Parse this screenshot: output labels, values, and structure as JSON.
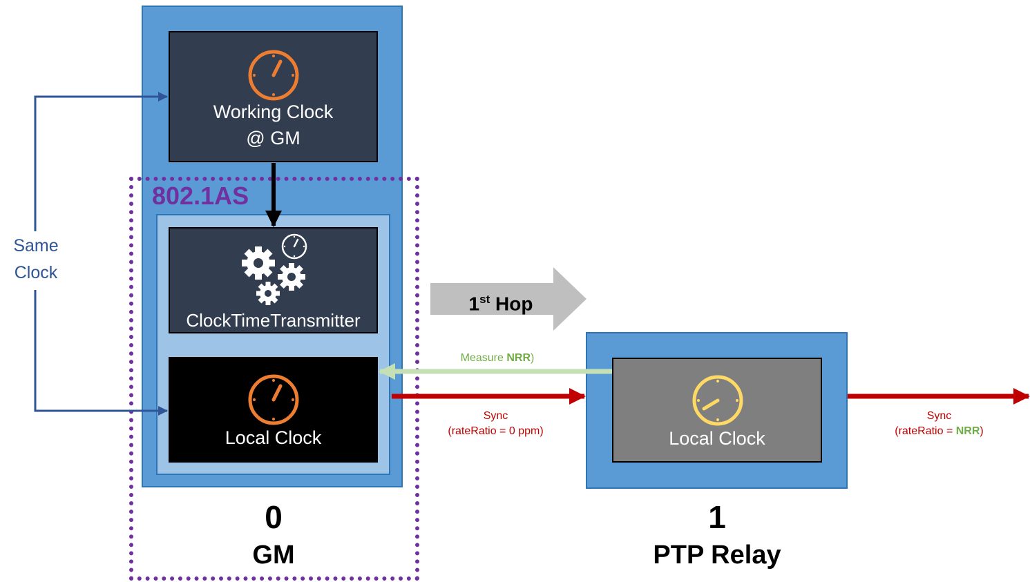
{
  "colors": {
    "node_blue": "#5b9bd5",
    "inner_light_blue": "#9dc3e6",
    "dark_box": "#323d50",
    "black_box": "#000000",
    "gray_box": "#7f7f7f",
    "orange_clock": "#ed7d31",
    "yellow_clock": "#ffd966",
    "purple_border": "#7030a0",
    "red_arrow": "#c00000",
    "green_arrow": "#c5e0b4",
    "green_text": "#70ad47",
    "navy_connector": "#2f5597",
    "hop_arrow": "#bfbfbf"
  },
  "gm_node": {
    "working_clock_line1": "Working Clock",
    "working_clock_line2": "@ GM",
    "standard_label": "802.1AS",
    "transmitter_label": "ClockTimeTransmitter",
    "local_clock_label": "Local Clock",
    "node_number": "0",
    "node_name": "GM"
  },
  "relay_node": {
    "local_clock_label": "Local Clock",
    "node_number": "1",
    "node_name": "PTP Relay"
  },
  "same_clock": {
    "line1": "Same",
    "line2": "Clock"
  },
  "hop": {
    "number": "1",
    "superscript": "st",
    "word": "Hop"
  },
  "measure": {
    "prefix": "Measure ",
    "bold": "NRR",
    "suffix": ")"
  },
  "sync_gm": {
    "line1": "Sync",
    "line2": "(rateRatio = 0 ppm)"
  },
  "sync_relay": {
    "line1": "Sync",
    "line2_prefix": "(rateRatio = ",
    "line2_bold": "NRR",
    "line2_suffix": ")"
  },
  "icons": {
    "working_clock": "clock-icon",
    "transmitter": "gears-icon",
    "transmitter_clock": "clock-icon",
    "gm_local_clock": "clock-icon",
    "relay_local_clock": "clock-icon"
  }
}
